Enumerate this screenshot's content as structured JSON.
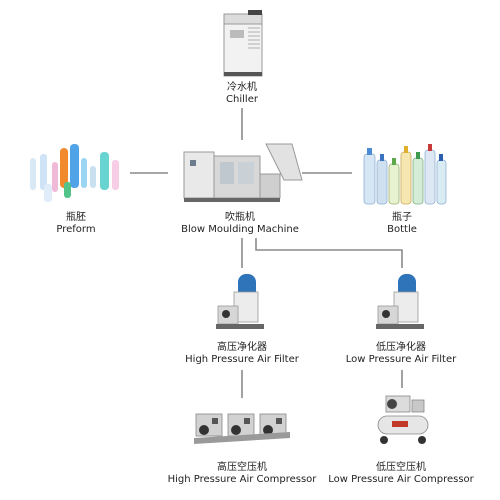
{
  "nodes": {
    "chiller": {
      "zh": "冷水机",
      "en": "Chiller"
    },
    "preform": {
      "zh": "瓶胚",
      "en": "Preform"
    },
    "blow_moulding": {
      "zh": "吹瓶机",
      "en": "Blow Moulding Machine"
    },
    "bottle": {
      "zh": "瓶子",
      "en": "Bottle"
    },
    "hp_filter": {
      "zh": "高压净化器",
      "en": "High Pressure Air Filter"
    },
    "lp_filter": {
      "zh": "低压净化器",
      "en": "Low Pressure Air Filter"
    },
    "hp_compressor": {
      "zh": "高压空压机",
      "en": "High Pressure Air Compressor"
    },
    "lp_compressor": {
      "zh": "低压空压机",
      "en": "Low Pressure Air Compressor"
    }
  },
  "colors": {
    "line": "#8a8a8a",
    "tank_blue": "#2f74b8",
    "text": "#222222"
  }
}
